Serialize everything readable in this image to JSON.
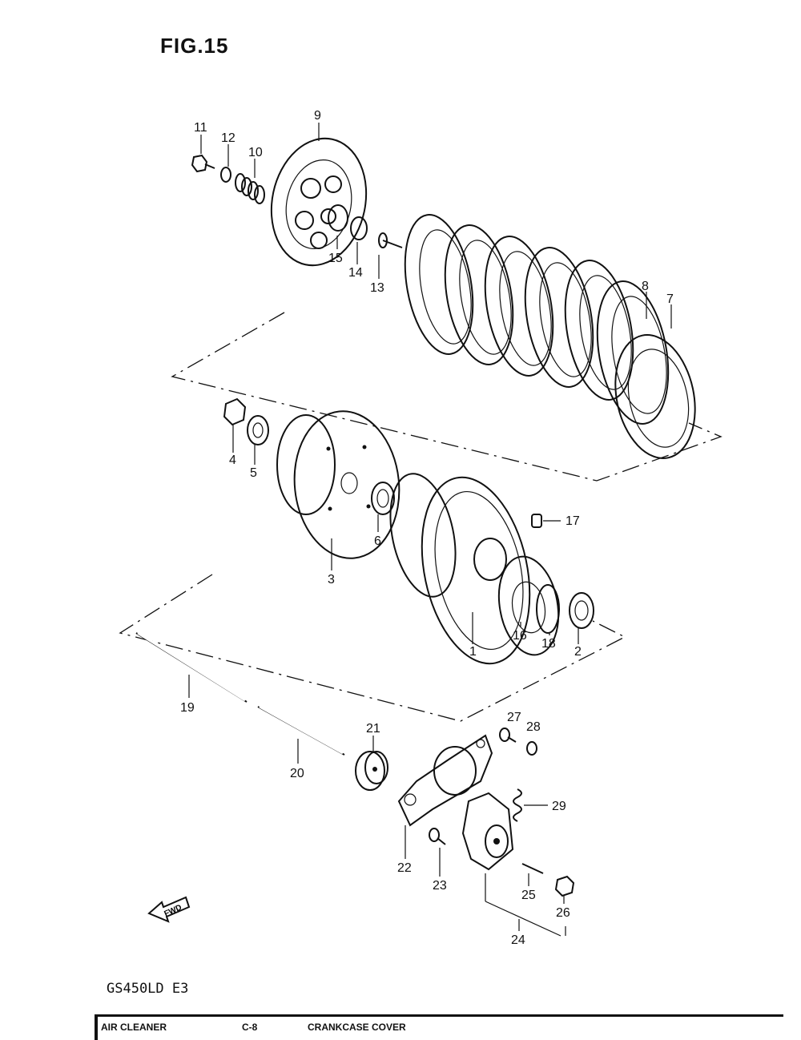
{
  "figure": {
    "title": "FIG.15"
  },
  "model_code": "GS450LD  E3",
  "fwd_label": "FWD",
  "footer": {
    "item1": "AIR CLEANER",
    "item1_page": "C-8",
    "item2": "CRANKCASE COVER"
  },
  "callouts": [
    "1",
    "2",
    "3",
    "4",
    "5",
    "6",
    "7",
    "8",
    "9",
    "10",
    "11",
    "12",
    "13",
    "14",
    "15",
    "16",
    "17",
    "18",
    "19",
    "20",
    "21",
    "22",
    "23",
    "24",
    "25",
    "26",
    "27",
    "28",
    "29"
  ]
}
